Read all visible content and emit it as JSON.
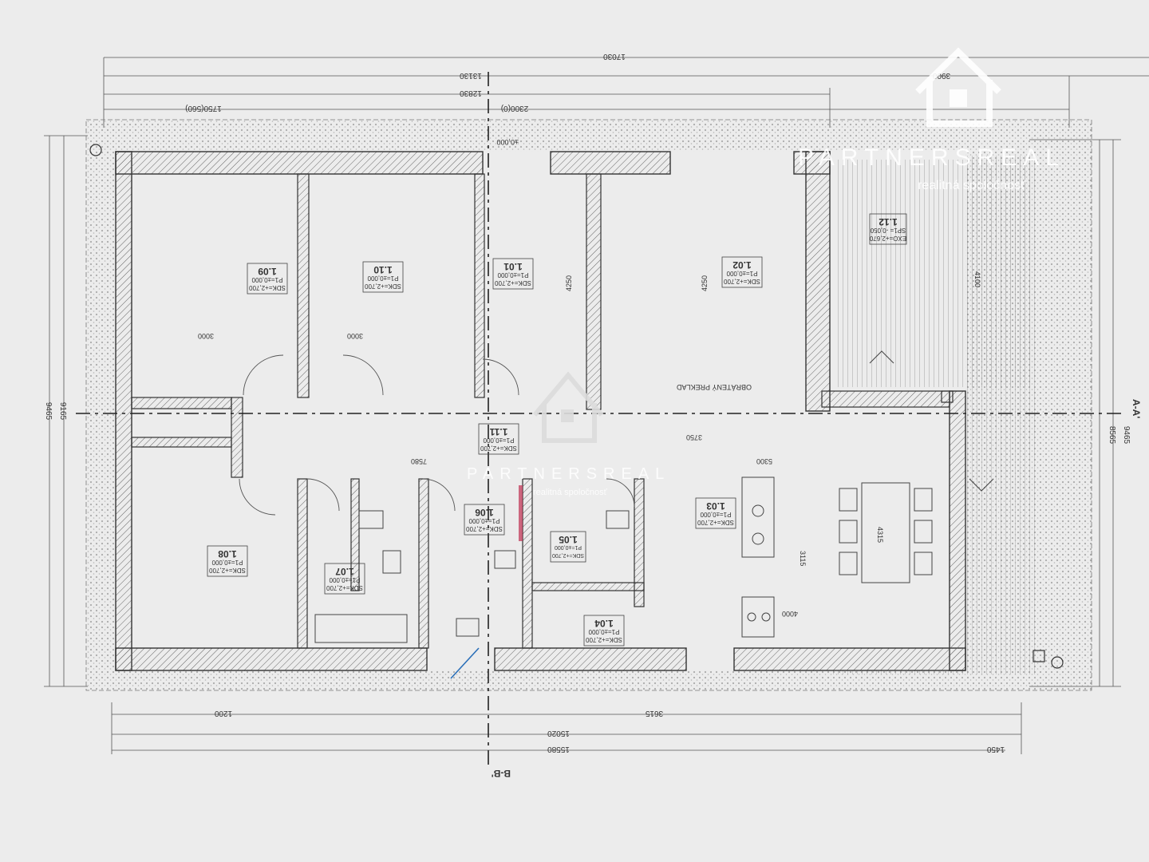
{
  "plan": {
    "rooms": [
      {
        "id": "1.09",
        "sdk": "SDK=+2,700",
        "p": "P1=±0,000"
      },
      {
        "id": "1.10",
        "sdk": "SDK=+2,700",
        "p": "P1=±0,000"
      },
      {
        "id": "1.01",
        "sdk": "SDK=+2,700",
        "p": "P1=±0,000"
      },
      {
        "id": "1.02",
        "sdk": "SDK=+2,700",
        "p": "P1=±0,000"
      },
      {
        "id": "1.12",
        "sdk": "EXO=+2,670",
        "p": "SP1= -0,050"
      },
      {
        "id": "1.11",
        "sdk": "SDK=+2,700",
        "p": "P1=±0,000"
      },
      {
        "id": "1.08",
        "sdk": "SDK=+2,700",
        "p": "P1=±0,000"
      },
      {
        "id": "1.07",
        "sdk": "SDK=+2,700",
        "p": "P1=±0,000"
      },
      {
        "id": "1.06",
        "sdk": "SDK=+2,700",
        "p": "P1=±0,000"
      },
      {
        "id": "1.05",
        "sdk": "SDK=+2,700",
        "p": "P1=±0,000"
      },
      {
        "id": "1.04",
        "sdk": "SDK=+2,700",
        "p": "P1=±0,000"
      },
      {
        "id": "1.03",
        "sdk": "SDK=+2,700",
        "p": "P1=±0,000"
      }
    ],
    "dims": {
      "top_total": "17030",
      "top_a": "13130",
      "top_b": "12830",
      "top_c": "3900",
      "top_d": "2300(0)",
      "top_e": "1750(560)",
      "left_total": "9465",
      "left_b": "9165",
      "right_total": "9465",
      "right_b": "8565",
      "bottom_a": "15020",
      "bottom_b": "15580",
      "bottom_c": "3615",
      "bottom_d": "1200",
      "bottom_e": "1450",
      "height_a": "4250",
      "height_b": "4250",
      "height_c": "4100",
      "width_a": "3000",
      "width_b": "7580",
      "width_c": "5300",
      "width_d": "3750",
      "width_e": "4000",
      "height_d": "4315",
      "height_e": "3115"
    },
    "notes": {
      "beam": "OBRÁTENÝ PREKLAD",
      "level": "±0,000",
      "section_a": "A-A'",
      "section_b": "B-B'"
    }
  },
  "watermark": {
    "brand": "PARTNERSREAL",
    "tagline": "realitná spoločnosť"
  },
  "colors": {
    "paper": "#ececec",
    "line": "#3a3a3a",
    "wall_fill": "#cfcfcf",
    "watermark": "#ffffff"
  }
}
